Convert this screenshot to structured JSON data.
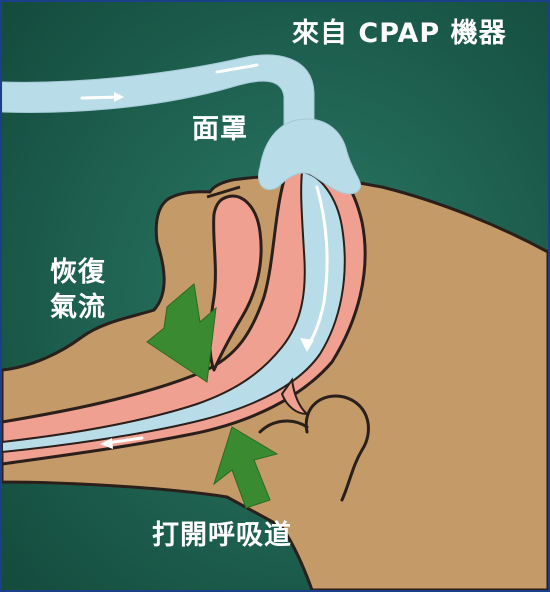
{
  "labels": {
    "source": "來自 CPAP 機器",
    "mask": "面罩",
    "restore_line1": "恢復",
    "restore_line2": "氣流",
    "open_airway": "打開呼吸道"
  },
  "colors": {
    "background": "#1e5c4c",
    "skin": "#c49a68",
    "outline": "#2a1f1a",
    "tissue": "#f0a090",
    "air": "#b8dde8",
    "arrow_green": "#3a8a32",
    "border": "#1c3f8a",
    "text": "#ffffff"
  }
}
